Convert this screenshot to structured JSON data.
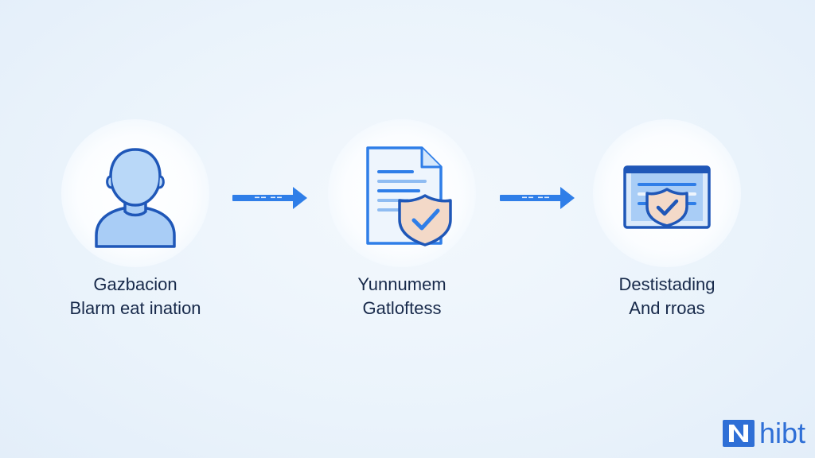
{
  "colors": {
    "accent": "#2f7ee8",
    "outline": "#1f57b8",
    "fill": "#a9cdf6",
    "text": "#17294a",
    "brand": "#2f6fd6"
  },
  "steps": [
    {
      "icon": "user-silhouette-icon",
      "label_line_1": "Gazbacion",
      "label_line_2": "Blarm eat ination"
    },
    {
      "icon": "document-shield-icon",
      "label_line_1": "Yunnumem",
      "label_line_2": "Gatloftess"
    },
    {
      "icon": "screen-shield-icon",
      "label_line_1": "Destistading",
      "label_line_2": "And rroas"
    }
  ],
  "arrows": [
    {
      "icon": "arrow-right-icon"
    },
    {
      "icon": "arrow-right-icon"
    }
  ],
  "brand": {
    "name": "hibt",
    "icon": "hibt-logo-icon"
  }
}
